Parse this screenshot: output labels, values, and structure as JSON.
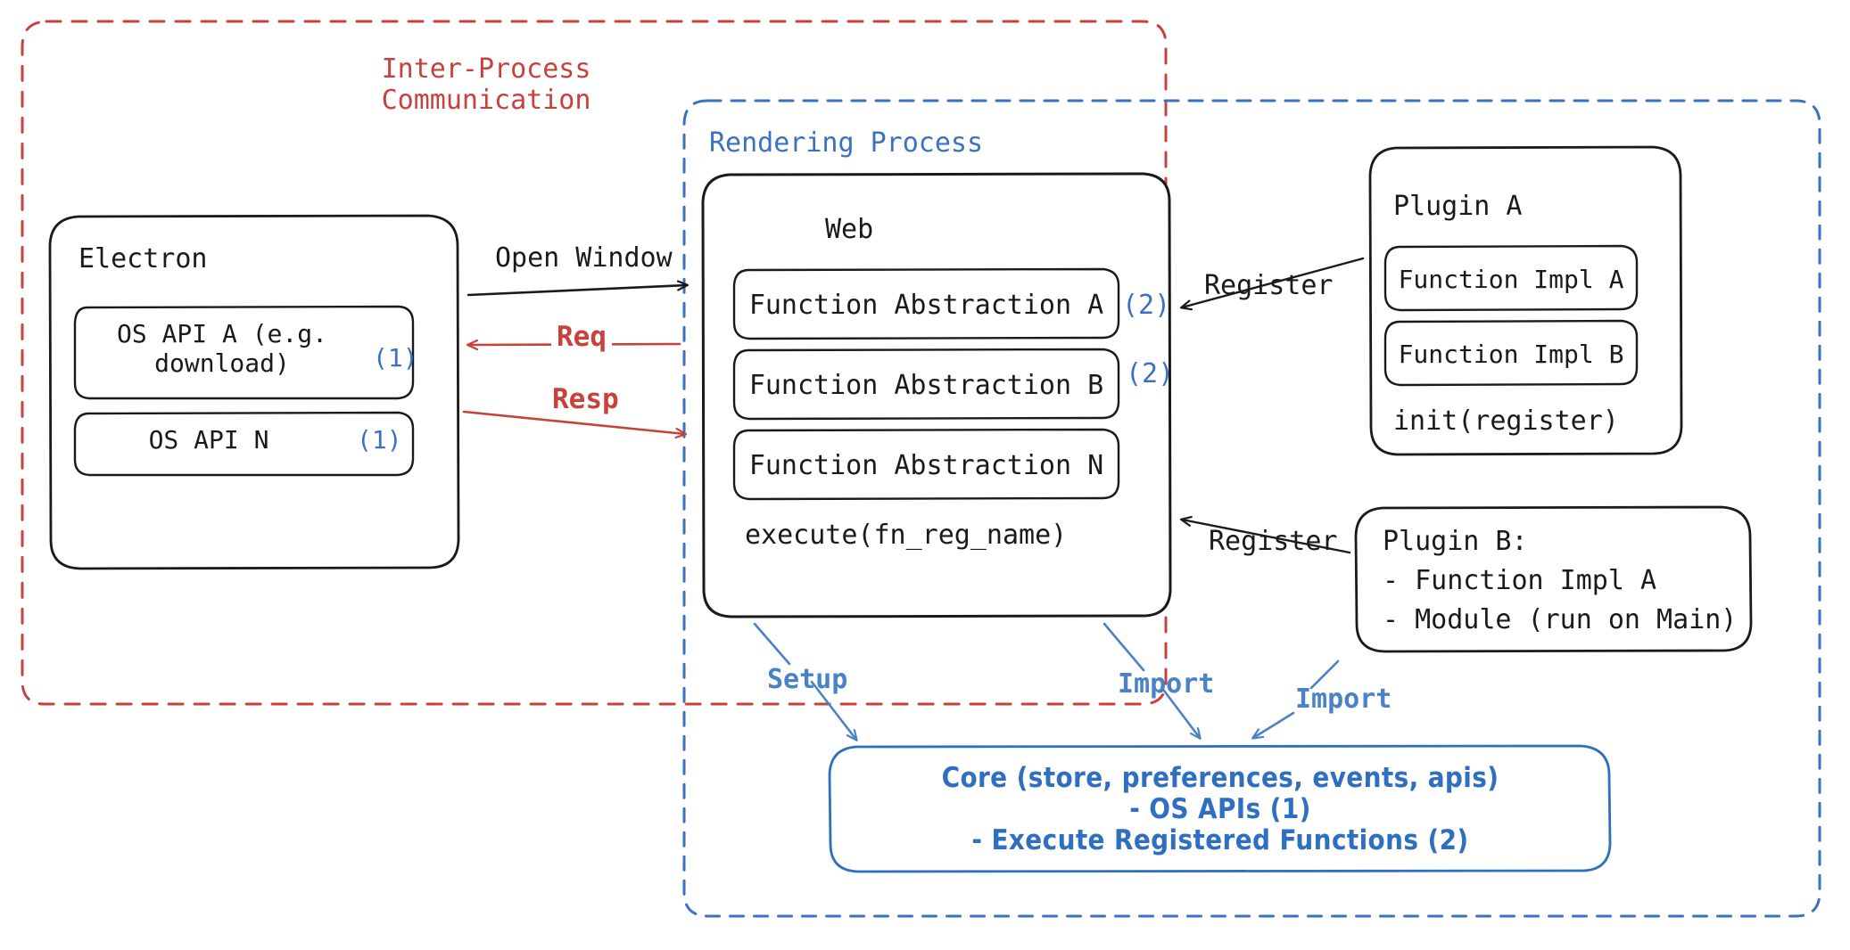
{
  "diagram": {
    "title_note": "Electron plugin architecture diagram",
    "colors": {
      "red": "#c8413c",
      "blue": "#3a72c0",
      "blue_light": "#4a82c8",
      "ink": "#1a1a1a",
      "background": "#ffffff"
    }
  },
  "regions": {
    "ipc": {
      "label": "Inter-Process\nCommunication",
      "color": "#c8413c",
      "style": "dashed"
    },
    "rendering": {
      "label": "Rendering Process",
      "color": "#3a72c0",
      "style": "dashed"
    }
  },
  "nodes": {
    "electron": {
      "title": "Electron",
      "items": [
        {
          "label": "OS API A (e.g.\ndownload)",
          "tag": "(1)"
        },
        {
          "label": "OS API N",
          "tag": "(1)"
        }
      ]
    },
    "web": {
      "title": "Web",
      "items": [
        {
          "label": "Function Abstraction A",
          "tag": "(2)"
        },
        {
          "label": "Function Abstraction B",
          "tag": "(2)"
        },
        {
          "label": "Function Abstraction N",
          "tag": ""
        }
      ],
      "footer": "execute(fn_reg_name)"
    },
    "plugin_a": {
      "title": "Plugin A",
      "items": [
        {
          "label": "Function Impl A"
        },
        {
          "label": "Function Impl B"
        }
      ],
      "footer": "init(register)"
    },
    "plugin_b": {
      "lines": [
        "Plugin B:",
        "- Function Impl A",
        "- Module (run on Main)"
      ]
    },
    "core": {
      "lines": [
        "Core (store, preferences, events, apis)",
        "- OS APIs (1)",
        "- Execute Registered Functions (2)"
      ]
    }
  },
  "edges": [
    {
      "id": "open-window",
      "label": "Open Window",
      "color": "#1a1a1a",
      "from": "electron",
      "to": "web"
    },
    {
      "id": "req",
      "label": "Req",
      "color": "#c8413c",
      "from": "web",
      "to": "electron"
    },
    {
      "id": "resp",
      "label": "Resp",
      "color": "#c8413c",
      "from": "electron",
      "to": "web"
    },
    {
      "id": "register-a",
      "label": "Register",
      "color": "#1a1a1a",
      "from": "plugin_a",
      "to": "web"
    },
    {
      "id": "register-b",
      "label": "Register",
      "color": "#1a1a1a",
      "from": "plugin_b",
      "to": "web"
    },
    {
      "id": "setup",
      "label": "Setup",
      "color": "#4a82c8",
      "from": "web",
      "to": "core"
    },
    {
      "id": "import-web",
      "label": "Import",
      "color": "#4a82c8",
      "from": "web",
      "to": "core"
    },
    {
      "id": "import-plugin",
      "label": "Import",
      "color": "#4a82c8",
      "from": "plugin_b",
      "to": "core"
    }
  ]
}
